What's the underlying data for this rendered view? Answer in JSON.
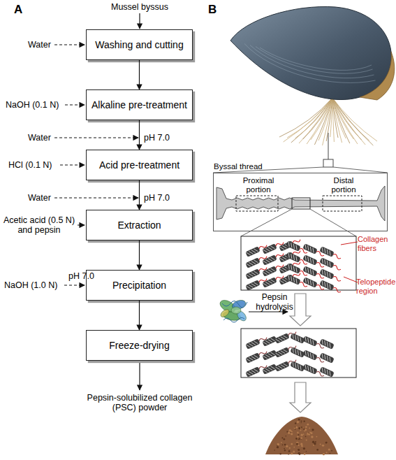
{
  "diagram": {
    "nodes": [
      {
        "text": [
          "Washing and cutting"
        ]
      },
      {
        "text": [
          "Alkaline pre-treatment"
        ]
      },
      {
        "text": [
          "Acid pre-treatment"
        ]
      },
      {
        "text": [
          "Extraction"
        ]
      },
      {
        "text": [
          "Precipitation"
        ]
      },
      {
        "text": [
          "Freeze-drying"
        ]
      },
      {
        "text": [
          "Byssal thread",
          "Proximal portion",
          "Distal portion"
        ]
      }
    ],
    "edges": [
      {
        "from": 0,
        "to": 1,
        "arrow": "to"
      },
      {
        "from": 1,
        "to": 2,
        "arrow": "to"
      },
      {
        "from": 2,
        "to": 3,
        "arrow": "to"
      },
      {
        "from": 3,
        "to": 4,
        "arrow": "to"
      },
      {
        "from": 4,
        "to": 5,
        "arrow": "to"
      }
    ],
    "labels": [
      "A",
      "B",
      "Mussel byssus",
      "Water",
      "NaOH (0.1 N)",
      "Water",
      "pH 7.0",
      "HCl (0.1 N)",
      "Water",
      "pH 7.0",
      "Acetic acid (0.5 N) and pepsin",
      "pH 7.0",
      "NaOH (1.0 N)",
      "Pepsin-solubilized collagen (PSC) powder",
      "Collagen fibers",
      "Telopeptide region",
      "Pepsin hydrolysis"
    ]
  }
}
